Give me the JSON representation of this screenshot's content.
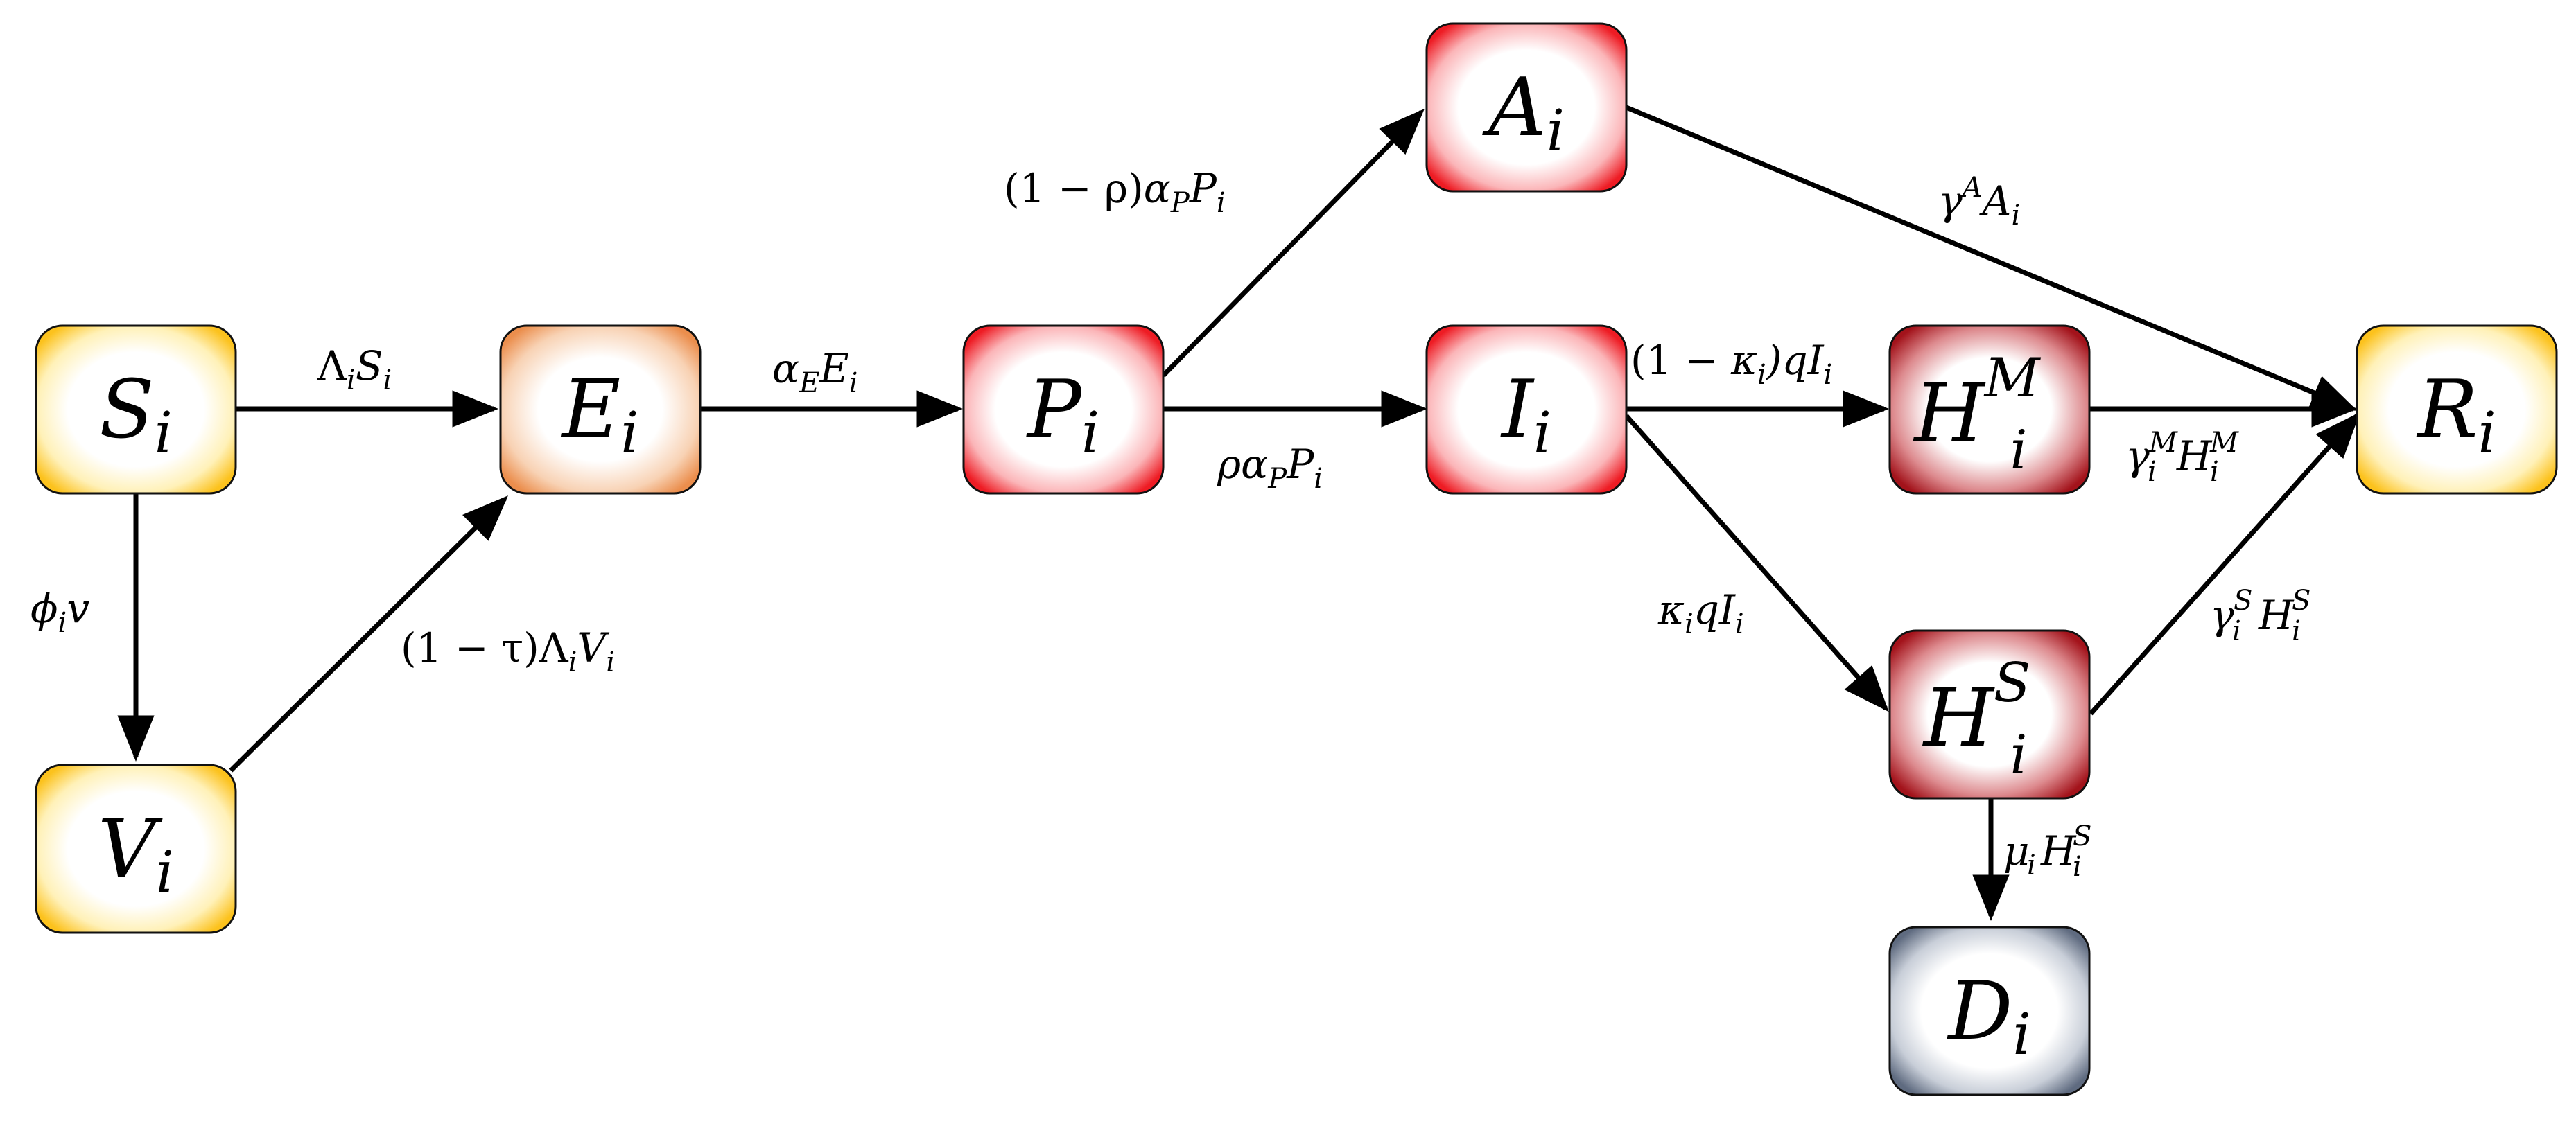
{
  "nodes": {
    "S": {
      "base": "S",
      "sub": "i",
      "sup": "",
      "kind": "yellow"
    },
    "V": {
      "base": "V",
      "sub": "i",
      "sup": "",
      "kind": "yellow"
    },
    "E": {
      "base": "E",
      "sub": "i",
      "sup": "",
      "kind": "orange"
    },
    "P": {
      "base": "P",
      "sub": "i",
      "sup": "",
      "kind": "red"
    },
    "A": {
      "base": "A",
      "sub": "i",
      "sup": "",
      "kind": "red"
    },
    "I": {
      "base": "I",
      "sub": "i",
      "sup": "",
      "kind": "red"
    },
    "HM": {
      "base": "H",
      "sub": "i",
      "sup": "M",
      "kind": "darkred"
    },
    "HS": {
      "base": "H",
      "sub": "i",
      "sup": "S",
      "kind": "darkred"
    },
    "R": {
      "base": "R",
      "sub": "i",
      "sup": "",
      "kind": "yellow"
    },
    "D": {
      "base": "D",
      "sub": "i",
      "sup": "",
      "kind": "gray"
    }
  },
  "colors": {
    "yellow": "#fcc21d",
    "orange": "#eb8e4d",
    "red": "#ee1c24",
    "darkred": "#b5161f",
    "gray": "#5f6b80",
    "arrow": "#000000"
  },
  "edges": {
    "S_E": "ΛᵢSᵢ",
    "S_V": "ϕᵢv",
    "V_E": "(1 − τ)ΛᵢVᵢ",
    "E_P": "α_E E_i",
    "P_A": "(1 − ρ)α_P P_i",
    "P_I": "ρα_P P_i",
    "A_R": "γ^A A_i",
    "I_HM": "(1 − κ_i)qI_i",
    "I_HS": "κ_i qI_i",
    "HM_R": "γ_i^M H_i^M",
    "HS_R": "γ_i^S H_i^S",
    "HS_D": "μ_i H_i^S"
  },
  "edge_parts": {
    "S_E": [
      "Λ",
      "i",
      "",
      "S",
      "i",
      ""
    ],
    "S_V": [
      "ϕ",
      "i",
      "",
      "v",
      "",
      ""
    ],
    "V_E_prefix": "(1 − τ)",
    "V_E": [
      "Λ",
      "i",
      "",
      "V",
      "i",
      ""
    ],
    "E_P": [
      "α",
      "E",
      "",
      "E",
      "i",
      ""
    ],
    "P_A_prefix": "(1 − ρ)",
    "P_A": [
      "α",
      "P",
      "",
      "P",
      "i",
      ""
    ],
    "P_I_prefix": "ρ",
    "P_I": [
      "α",
      "P",
      "",
      "P",
      "i",
      ""
    ],
    "A_R": [
      "γ",
      "",
      "A",
      "A",
      "i",
      ""
    ],
    "I_HM_prefix": "(1 − ",
    "I_HM_kappa": [
      "κ",
      "i",
      ""
    ],
    "I_HM_suffix": ")q",
    "I_HM_tail": [
      "I",
      "i",
      ""
    ],
    "I_HS": [
      "κ",
      "i",
      "",
      "q",
      "",
      ""
    ],
    "I_HS_tail": [
      "I",
      "i",
      ""
    ],
    "HM_R": [
      "γ",
      "i",
      "M",
      "H",
      "i",
      "M"
    ],
    "HS_R": [
      "γ",
      "i",
      "S",
      "H",
      "i",
      "S"
    ],
    "HS_D": [
      "μ",
      "i",
      "",
      "H",
      "i",
      "S"
    ]
  }
}
